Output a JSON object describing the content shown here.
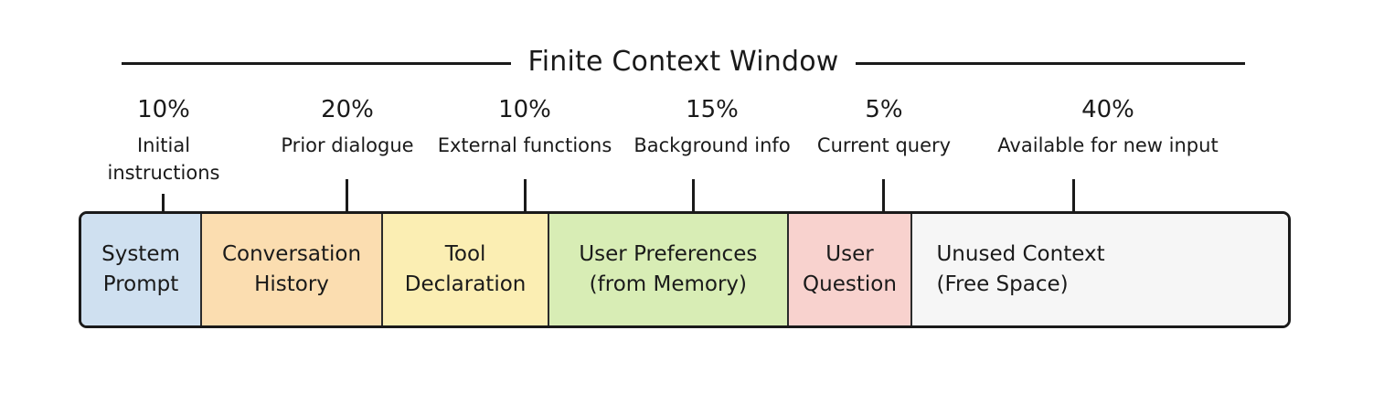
{
  "diagram": {
    "title": "Finite Context Window",
    "type": "stacked-allocation-bar"
  },
  "annotations": [
    {
      "percent": "10%",
      "caption_line1": "Initial",
      "caption_line2": "instructions"
    },
    {
      "percent": "20%",
      "caption_line1": "Prior dialogue",
      "caption_line2": ""
    },
    {
      "percent": "10%",
      "caption_line1": "External functions",
      "caption_line2": ""
    },
    {
      "percent": "15%",
      "caption_line1": "Background info",
      "caption_line2": ""
    },
    {
      "percent": "5%",
      "caption_line1": "Current query",
      "caption_line2": ""
    },
    {
      "percent": "40%",
      "caption_line1": "Available for new input",
      "caption_line2": ""
    }
  ],
  "segments": [
    {
      "label_line1": "System",
      "label_line2": "Prompt",
      "percent": 10,
      "color": "#cfe0f0"
    },
    {
      "label_line1": "Conversation",
      "label_line2": "History",
      "percent": 20,
      "color": "#fbddb0"
    },
    {
      "label_line1": "Tool",
      "label_line2": "Declaration",
      "percent": 10,
      "color": "#fbeeb3"
    },
    {
      "label_line1": "User Preferences",
      "label_line2": "(from Memory)",
      "percent": 15,
      "color": "#d8edb5"
    },
    {
      "label_line1": "User",
      "label_line2": "Question",
      "percent": 5,
      "color": "#f8d2ce"
    },
    {
      "label_line1": "Unused Context",
      "label_line2": "(Free Space)",
      "percent": 40,
      "color": "#f6f6f6"
    }
  ],
  "chart_data": {
    "type": "bar",
    "title": "Finite Context Window",
    "orientation": "horizontal-stacked",
    "categories": [
      "System Prompt",
      "Conversation History",
      "Tool Declaration",
      "User Preferences (from Memory)",
      "User Question",
      "Unused Context (Free Space)"
    ],
    "values": [
      10,
      20,
      10,
      15,
      5,
      40
    ],
    "value_labels": [
      "10%",
      "20%",
      "10%",
      "15%",
      "5%",
      "40%"
    ],
    "annotations": [
      "Initial instructions",
      "Prior dialogue",
      "External functions",
      "Background info",
      "Current query",
      "Available for new input"
    ],
    "colors": [
      "#cfe0f0",
      "#fbddb0",
      "#fbeeb3",
      "#d8edb5",
      "#f8d2ce",
      "#f6f6f6"
    ],
    "xlabel": "",
    "ylabel": "",
    "xlim": [
      0,
      100
    ],
    "grid": false,
    "legend": "none",
    "units": "percent of context window"
  }
}
